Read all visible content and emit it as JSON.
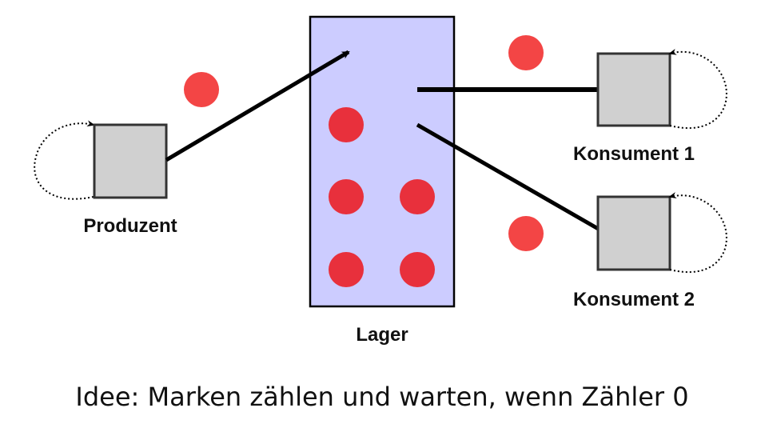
{
  "labels": {
    "producer": "Produzent",
    "storage": "Lager",
    "consumer1": "Konsument 1",
    "consumer2": "Konsument 2"
  },
  "caption": "Idee: Marken zählen und warten, wenn Zähler 0",
  "colors": {
    "token": "#e8303c",
    "token_light": "#f34545",
    "storage_fill": "#ccccff",
    "node_fill": "#d0d0d0",
    "stroke": "#000000"
  }
}
